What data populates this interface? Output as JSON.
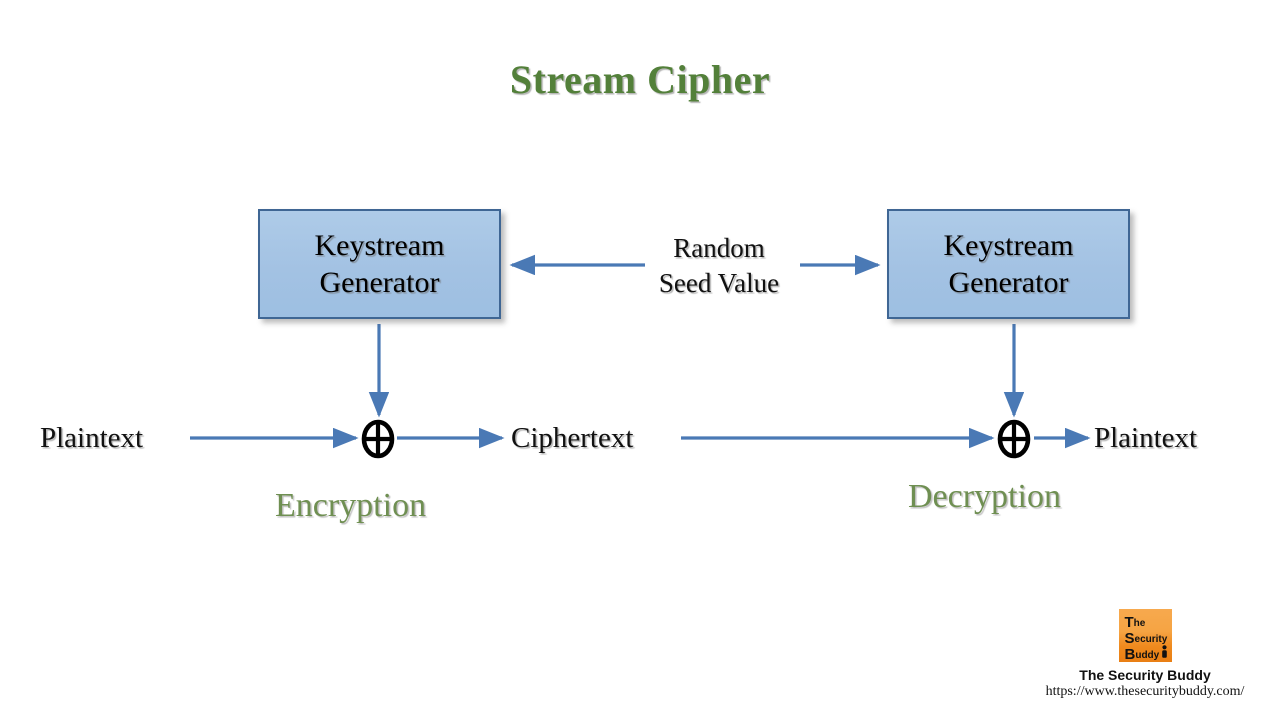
{
  "diagram": {
    "title": "Stream Cipher",
    "colors": {
      "title_green": "#53803a",
      "section_green": "#6f8f52",
      "box_fill": "#a3c2e3",
      "box_border": "#3f6694",
      "arrow_blue": "#4a79b5",
      "text_black": "#111111",
      "logo_orange_top": "#f7a94e",
      "logo_orange_bottom": "#e97f14"
    },
    "boxes": [
      {
        "id": "keystream-generator-left",
        "label": "Keystream\nGenerator"
      },
      {
        "id": "keystream-generator-right",
        "label": "Keystream\nGenerator"
      }
    ],
    "seed_label": "Random\nSeed Value",
    "flow": {
      "plaintext_left": "Plaintext",
      "ciphertext": "Ciphertext",
      "plaintext_right": "Plaintext"
    },
    "operators": {
      "xor_left": "⊕",
      "xor_right": "⊕"
    },
    "sections": {
      "encryption": "Encryption",
      "decryption": "Decryption"
    }
  },
  "logo": {
    "tiles": [
      {
        "cap": "T",
        "rest": "he"
      },
      {
        "cap": "S",
        "rest": "ecurity"
      },
      {
        "cap": "B",
        "rest": "uddy"
      }
    ],
    "name": "The Security Buddy",
    "url": "https://www.thesecuritybuddy.com/"
  }
}
